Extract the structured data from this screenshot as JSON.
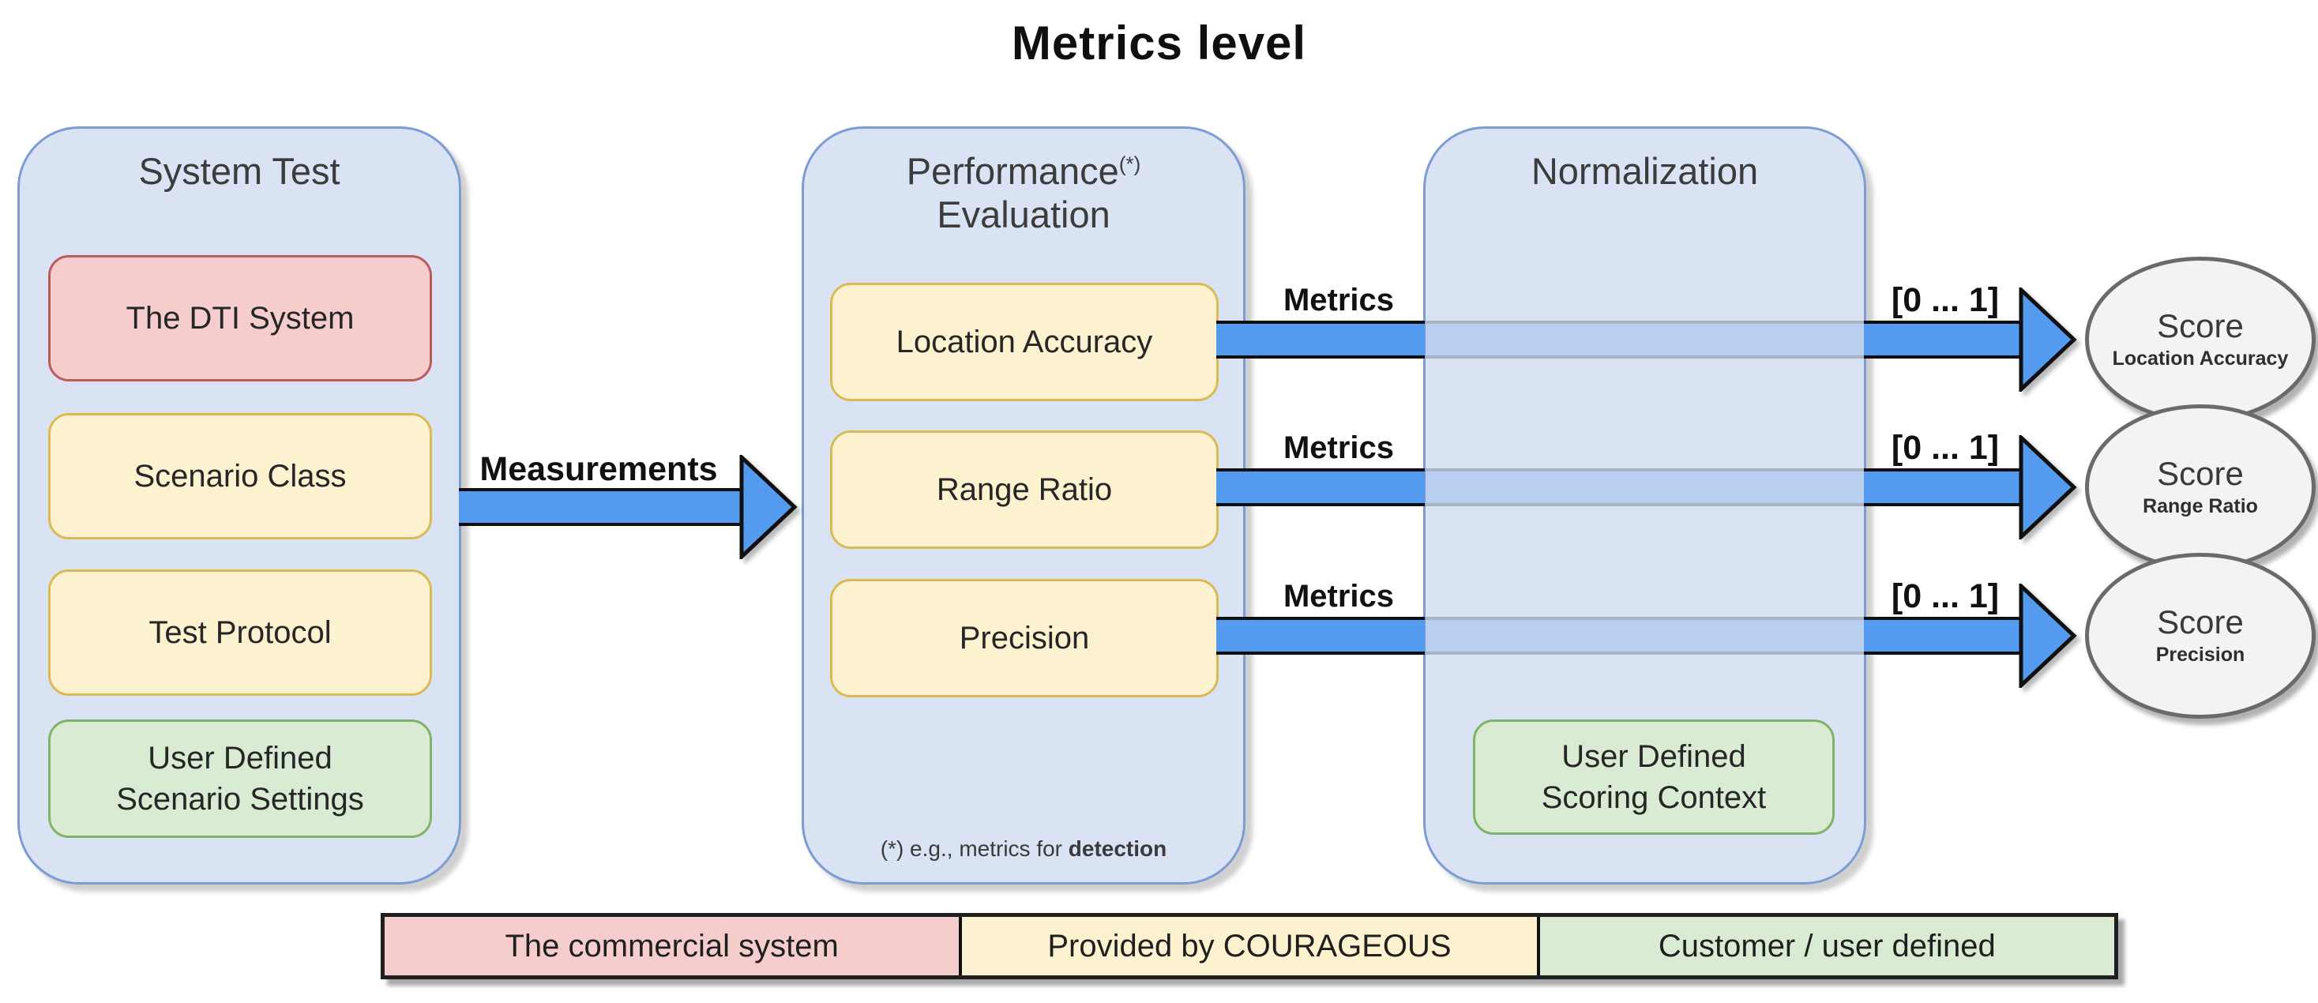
{
  "title": "Metrics level",
  "containers": {
    "system_test": {
      "title": "System Test",
      "items": [
        {
          "label": "The DTI System",
          "type": "red"
        },
        {
          "label": "Scenario Class",
          "type": "yellow"
        },
        {
          "label": "Test Protocol",
          "type": "yellow"
        },
        {
          "label": "User Defined\nScenario Settings",
          "type": "green"
        }
      ]
    },
    "performance": {
      "title_main": "Performance",
      "title_sup": "(*)",
      "title_line2": "Evaluation",
      "items": [
        {
          "label": "Location Accuracy",
          "type": "yellow"
        },
        {
          "label": "Range Ratio",
          "type": "yellow"
        },
        {
          "label": "Precision",
          "type": "yellow"
        }
      ],
      "footnote": {
        "prefix": "(*) e.g., metrics for ",
        "bold": "detection"
      }
    },
    "normalization": {
      "title": "Normalization",
      "items": [
        {
          "label": "User Defined\nScoring Context",
          "type": "green"
        }
      ]
    }
  },
  "arrows": {
    "measurements": {
      "label": "Measurements"
    },
    "metrics": [
      {
        "label": "Metrics",
        "range_label": "[0 ... 1]",
        "score_title": "Score",
        "score_sub": "Location Accuracy"
      },
      {
        "label": "Metrics",
        "range_label": "[0 ... 1]",
        "score_title": "Score",
        "score_sub": "Range Ratio"
      },
      {
        "label": "Metrics",
        "range_label": "[0 ... 1]",
        "score_title": "Score",
        "score_sub": "Precision"
      }
    ]
  },
  "legend": {
    "items": [
      {
        "label": "The commercial system",
        "type": "red"
      },
      {
        "label": "Provided by COURAGEOUS",
        "type": "yellow"
      },
      {
        "label": "Customer / user defined",
        "type": "green"
      }
    ]
  },
  "colors": {
    "container_fill": "#dae3f3",
    "container_border": "#7d9cd4",
    "red_fill": "#f5cdcd",
    "red_border": "#bb5c5c",
    "yellow_fill": "#fdf2cf",
    "yellow_border": "#d9ba55",
    "green_fill": "#d9ebd3",
    "green_border": "#7fb367",
    "arrow_blue": "#549bf0",
    "ellipse_fill": "#f3f3f3",
    "ellipse_border": "#6a6a6a"
  }
}
